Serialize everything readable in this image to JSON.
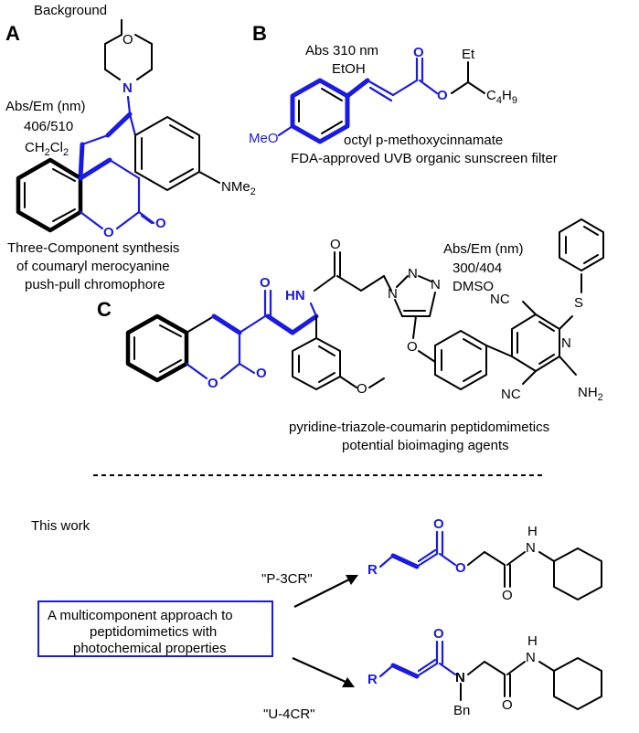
{
  "background_label": "Background",
  "panel_a": {
    "letter": "A",
    "abs_em_label": "Abs/Em (nm)",
    "abs_em_values": "406/510",
    "solvent": "CH",
    "solvent_sub": "2",
    "solvent_tail": "Cl",
    "solvent_sub2": "2",
    "nme2_label": "NMe",
    "nme2_sub": "2",
    "o_label": "O",
    "n_label": "N",
    "desc_line1": "Three-Component synthesis",
    "desc_line2": "of coumaryl merocyanine",
    "desc_line3": "push-pull chromophore"
  },
  "panel_b": {
    "letter": "B",
    "abs_label": "Abs 310 nm",
    "solvent": "EtOH",
    "meo_label": "MeO",
    "o_label": "O",
    "et_label": "Et",
    "c4h9_label": "C",
    "c4h9_sub": "4",
    "c4h9_tail": "H",
    "c4h9_sub2": "9",
    "name_line": "octyl p-methoxycinnamate",
    "desc_line": "FDA-approved UVB organic sunscreen filter"
  },
  "panel_c": {
    "letter": "C",
    "abs_em_label": "Abs/Em (nm)",
    "abs_em_values": "300/404",
    "solvent": "DMSO",
    "o_label": "O",
    "hn_label": "HN",
    "n_label": "N",
    "s_label": "S",
    "cn_label": "NC",
    "nh2_label": "NH",
    "nh2_sub": "2",
    "desc_line1": "pyridine-triazole-coumarin peptidomimetics",
    "desc_line2": "potential bioimaging agents"
  },
  "this_work": {
    "label": "This work",
    "box_line1": "A multicomponent approach to",
    "box_line2": "peptidomimetics with",
    "box_line3": "photochemical properties",
    "reaction1": "\"P-3CR\"",
    "reaction2": "\"U-4CR\"",
    "r_label": "R",
    "o_label": "O",
    "n_label": "N",
    "h_label": "H",
    "bn_label": "Bn"
  },
  "colors": {
    "highlight": "#1a1ae6",
    "ink": "#000000"
  }
}
